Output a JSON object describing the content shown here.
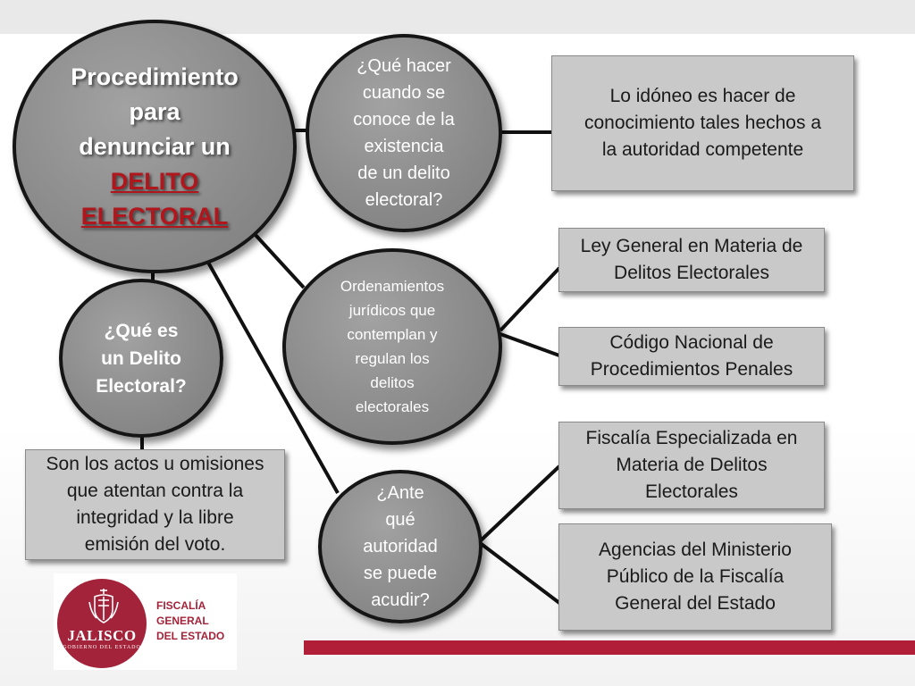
{
  "main_title": {
    "lines": [
      "Procedimiento",
      "para",
      "denunciar un"
    ],
    "accent_lines": [
      "DELITO",
      "ELECTORAL"
    ]
  },
  "questions": {
    "what_to_do": [
      "¿Qué hacer",
      "cuando se",
      "conoce de la",
      "existencia",
      "de un delito",
      "electoral?"
    ],
    "legal_orders": [
      "Ordenamientos",
      "jurídicos que",
      "contemplan y",
      "regulan los",
      "delitos",
      "electorales"
    ],
    "which_authority": [
      "¿Ante",
      "qué",
      "autoridad",
      "se puede",
      "acudir?"
    ],
    "what_is": [
      "¿Qué es",
      "un Delito",
      "Electoral?"
    ]
  },
  "answers": {
    "ideal": [
      "Lo idóneo es hacer de",
      "conocimiento tales hechos a",
      "la autoridad competente"
    ],
    "ley_general": [
      "Ley General en Materia de",
      "Delitos Electorales"
    ],
    "codigo_nacional": [
      "Código Nacional de",
      "Procedimientos Penales"
    ],
    "fiscalia_especializada": [
      "Fiscalía Especializada en",
      "Materia de Delitos",
      "Electorales"
    ],
    "agencias": [
      "Agencias del Ministerio",
      "Público de la Fiscalía",
      "General del Estado"
    ],
    "definition": [
      "Son los actos u omisiones",
      "que atentan contra la",
      "integridad y la libre",
      "emisión del voto."
    ]
  },
  "logo": {
    "seal_name": "JALISCO",
    "seal_subtitle": "GOBIERNO DEL ESTADO",
    "org_lines": [
      "FISCALÍA",
      "GENERAL",
      "DEL ESTADO"
    ]
  },
  "colors": {
    "accent_red": "#b0161c",
    "brand_wine": "#a3243a",
    "circle_fill": "#8c8c8c",
    "box_fill": "#c9c9c9"
  }
}
